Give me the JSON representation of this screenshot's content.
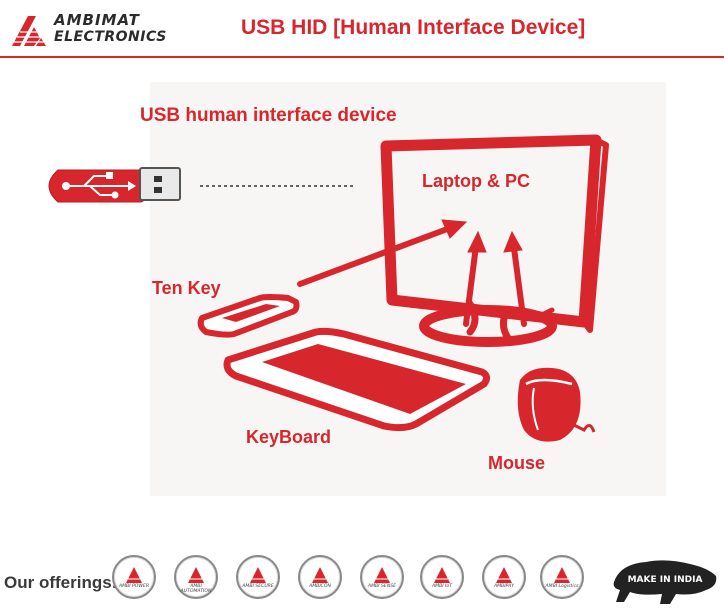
{
  "header": {
    "logo": {
      "line1": "AMBIMAT",
      "line2": "ELECTRONICS"
    },
    "title": "USB HID [Human Interface Device]"
  },
  "diagram": {
    "heading": "USB human interface device",
    "labels": {
      "laptop": "Laptop & PC",
      "tenkey": "Ten Key",
      "keyboard": "KeyBoard",
      "mouse": "Mouse"
    }
  },
  "footer": {
    "label": "Our offerings:",
    "badges": [
      {
        "text": "AMBI POWER"
      },
      {
        "text": "AMBI AUTOMATION"
      },
      {
        "text": "AMBI SECURE"
      },
      {
        "text": "AMBICON"
      },
      {
        "text": "AMBI SENSE"
      },
      {
        "text": "AMBI IoT"
      },
      {
        "text": "AMBIPAY"
      },
      {
        "text": "AMBI Logistics"
      }
    ],
    "make_in_india": "MAKE IN INDIA"
  },
  "colors": {
    "accent": "#d8262d",
    "panel": "#f8f6f4"
  }
}
